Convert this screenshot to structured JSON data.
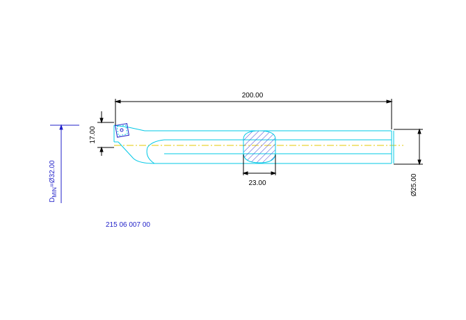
{
  "dimensions": {
    "overall_length": "200.00",
    "insert_height": "17.00",
    "clamp_width": "23.00",
    "shank_diameter": "Ø25.00"
  },
  "min_bore": {
    "label_main": "D",
    "label_sub": "MIN",
    "label_value": "=Ø32.00"
  },
  "part_number": "215 06 007 00",
  "colors": {
    "outline": "#00c8e6",
    "dimension": "#000000",
    "blue": "#1f1fc8",
    "centerline": "#e6c800",
    "hatch": "#3a3ad0"
  }
}
